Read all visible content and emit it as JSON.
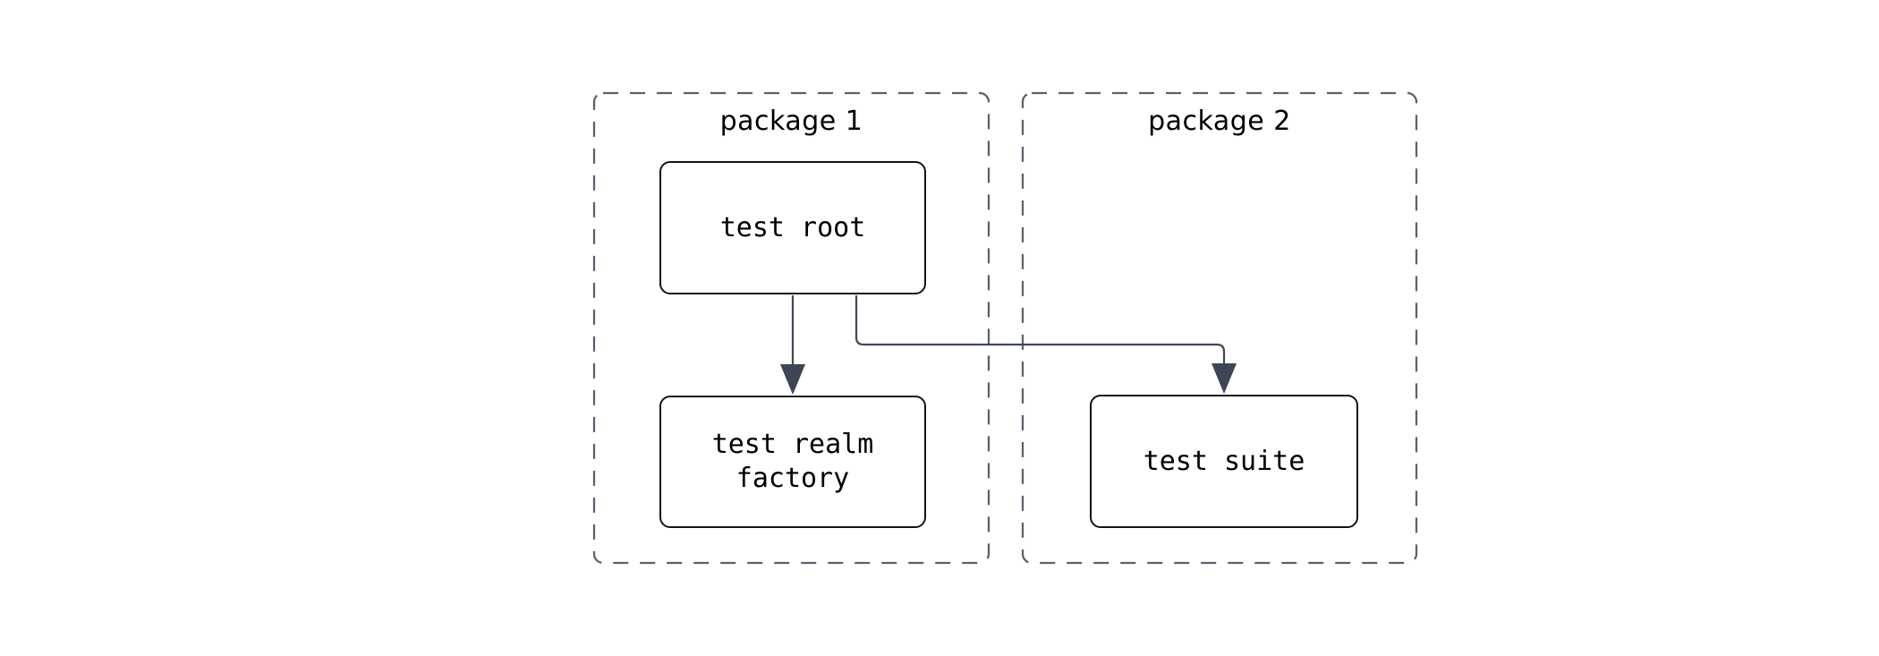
{
  "diagram": {
    "type": "flowchart",
    "direction": "top-down",
    "packages": [
      {
        "id": "package1",
        "label": "package 1",
        "contains": [
          "test root",
          "test realm factory"
        ]
      },
      {
        "id": "package2",
        "label": "package 2",
        "contains": [
          "test suite"
        ]
      }
    ],
    "nodes": [
      {
        "id": "test-root",
        "label": "test root",
        "package": "package 1"
      },
      {
        "id": "test-realm-factory",
        "label": "test realm factory",
        "line1": "test realm",
        "line2": "factory",
        "package": "package 1"
      },
      {
        "id": "test-suite",
        "label": "test suite",
        "package": "package 2"
      }
    ],
    "edges": [
      {
        "from": "test root",
        "to": "test realm factory",
        "style": "arrow"
      },
      {
        "from": "test root",
        "to": "test suite",
        "style": "arrow"
      }
    ],
    "colors": {
      "edge_color": "#3f4958",
      "arrowhead_color": "#3d4655",
      "container_border": "#59616e",
      "node_border": "#121218",
      "node_fill": "#ffffff",
      "text_color": "#000000",
      "canvas_bg": "#ffffff"
    }
  }
}
